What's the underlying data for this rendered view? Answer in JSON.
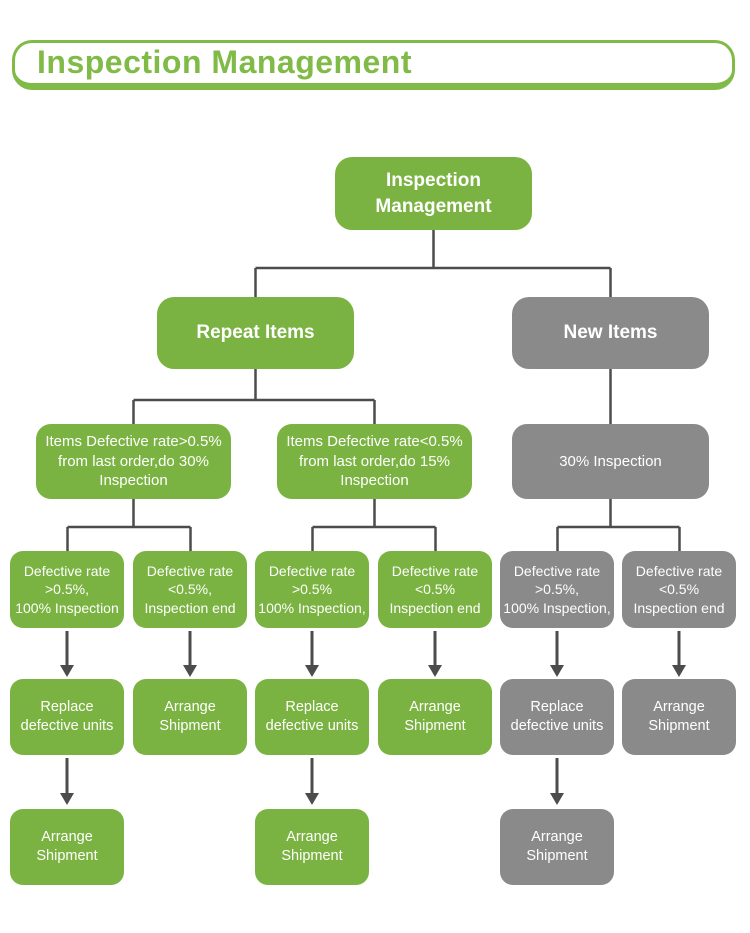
{
  "header": {
    "title": "Inspection Management"
  },
  "colors": {
    "header_green": "#80ba47",
    "green": "#7ab341",
    "gray": "#8b8a8a",
    "line": "#4c4c4c",
    "node_text": "#ffffff",
    "background": "#ffffff"
  },
  "flowchart": {
    "root": "Inspection\nManagement",
    "branches": {
      "repeat": "Repeat Items",
      "new": "New Items"
    },
    "level3": {
      "repeat_high": "Items Defective rate>0.5%\nfrom last order,do 30%\nInspection",
      "repeat_low": "Items Defective rate<0.5%\nfrom last order,do 15%\nInspection",
      "new_inspection": "30% Inspection"
    },
    "level4": {
      "c1": "Defective rate\n>0.5%,\n100% Inspection",
      "c2": "Defective rate\n<0.5%,\nInspection end",
      "c3": "Defective rate\n>0.5%\n100% Inspection,",
      "c4": "Defective rate\n<0.5%\nInspection end",
      "c5": "Defective rate\n>0.5%,\n100% Inspection,",
      "c6": "Defective rate\n<0.5%\nInspection end"
    },
    "level5": {
      "c1": "Replace\ndefective units",
      "c2": "Arrange\nShipment",
      "c3": "Replace\ndefective units",
      "c4": "Arrange\nShipment",
      "c5": "Replace\ndefective units",
      "c6": "Arrange\nShipment"
    },
    "level6": {
      "c1": "Arrange\nShipment",
      "c3": "Arrange\nShipment",
      "c5": "Arrange\nShipment"
    }
  }
}
